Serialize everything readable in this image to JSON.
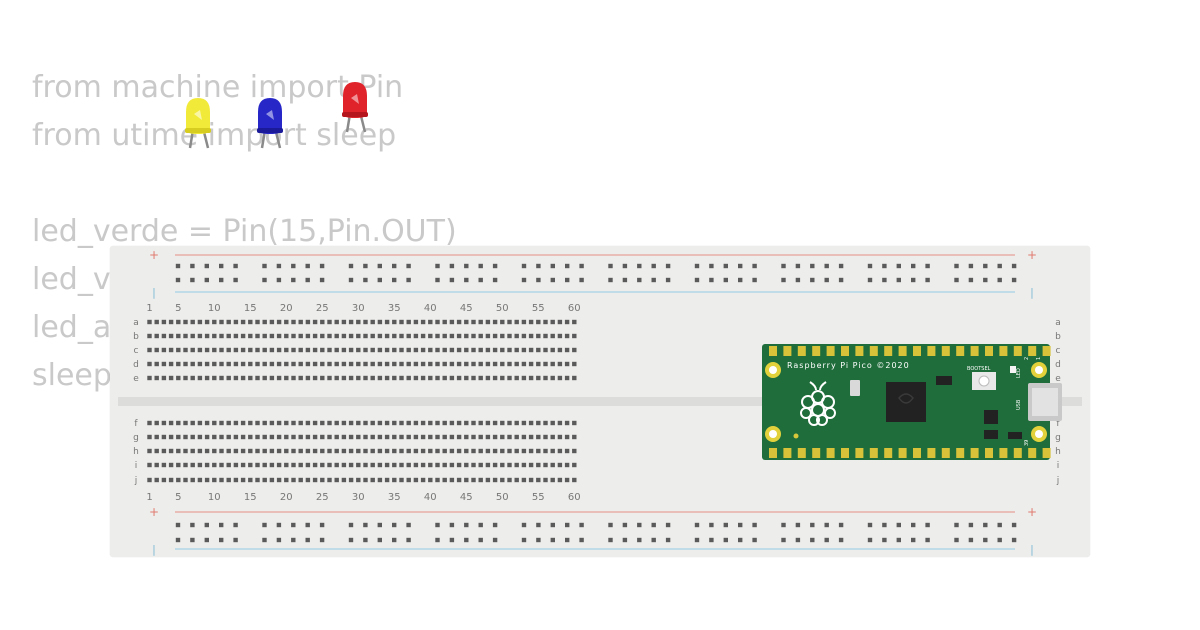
{
  "code": {
    "lines": [
      "from machine import Pin",
      "from utime import sleep",
      "",
      "led_verde = Pin(15,Pin.OUT)",
      "led_v",
      "led_a",
      "sleep"
    ]
  },
  "breadboard": {
    "rail_plus_label": "+",
    "rail_minus_label": "|",
    "top_row_labels": [
      "a",
      "b",
      "c",
      "d",
      "e"
    ],
    "bottom_row_labels": [
      "f",
      "g",
      "h",
      "i",
      "j"
    ],
    "column_numbers": [
      "1",
      "5",
      "10",
      "15",
      "20",
      "25",
      "30",
      "35",
      "40",
      "45",
      "50",
      "55",
      "60"
    ],
    "colors": {
      "board": "#ededeb",
      "hole": "#5a5a5a",
      "rail_red": "#e9a29a",
      "rail_blue": "#a7d3e8",
      "label": "#777777"
    }
  },
  "pico": {
    "label": "Raspberry Pi Pico ©2020",
    "bootsel_label": "BOOTSEL",
    "led_label": "LED",
    "usb_label": "USB",
    "pin1_label": "1",
    "pin2_label": "2",
    "pin39_label": "39",
    "logo_icon": "raspberry-logo-icon",
    "colors": {
      "pcb": "#1f6d3b",
      "pad": "#e3d13c",
      "chip": "#222222"
    }
  },
  "leds": [
    {
      "name": "yellow",
      "color": "#f2ea38"
    },
    {
      "name": "blue",
      "color": "#2727c8"
    },
    {
      "name": "red",
      "color": "#e0222a"
    }
  ]
}
